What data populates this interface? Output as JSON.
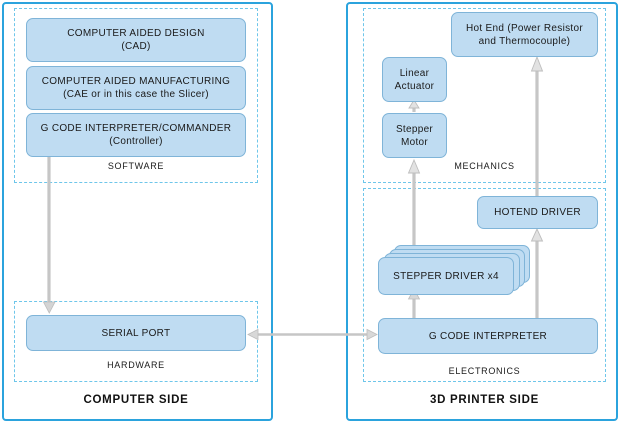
{
  "diagram": {
    "title": "3D printer system block diagram",
    "colors": {
      "node_fill": "#bfdcf2",
      "node_border": "#7fb4d8",
      "panel_border": "#2ba3dd",
      "group_border": "#6ec6ea",
      "connector": "#b3b3b3"
    }
  },
  "computer_side": {
    "side_label": "COMPUTER SIDE",
    "software": {
      "group_label": "SOFTWARE",
      "nodes": [
        {
          "line1": "COMPUTER AIDED DESIGN",
          "line2": "(CAD)"
        },
        {
          "line1": "COMPUTER AIDED MANUFACTURING",
          "line2": "(CAE or in this case the Slicer)"
        },
        {
          "line1": "G CODE INTERPRETER/COMMANDER",
          "line2": "(Controller)"
        }
      ]
    },
    "hardware": {
      "group_label": "HARDWARE",
      "nodes": [
        {
          "line1": "SERIAL PORT"
        }
      ]
    }
  },
  "printer_side": {
    "side_label": "3D PRINTER SIDE",
    "mechanics": {
      "group_label": "MECHANICS",
      "nodes": [
        {
          "line1": "Hot End (Power Resistor",
          "line2": "and Thermocouple)"
        },
        {
          "line1": "Linear",
          "line2": "Actuator"
        },
        {
          "line1": "Stepper",
          "line2": "Motor"
        }
      ]
    },
    "electronics": {
      "group_label": "ELECTRONICS",
      "nodes": [
        {
          "line1": "HOTEND DRIVER"
        },
        {
          "line1": "STEPPER DRIVER x4"
        },
        {
          "line1": "G CODE INTERPRETER"
        }
      ]
    }
  },
  "connectors": [
    {
      "name": "gcode-commander-to-serial-port",
      "from": "G CODE INTERPRETER/COMMANDER",
      "to": "SERIAL PORT",
      "direction": "down"
    },
    {
      "name": "serial-port-to-gcode-interpreter",
      "from": "SERIAL PORT",
      "to": "G CODE INTERPRETER",
      "direction": "bidirectional"
    },
    {
      "name": "gcode-interpreter-to-stepper-driver",
      "from": "G CODE INTERPRETER",
      "to": "STEPPER DRIVER x4",
      "direction": "up"
    },
    {
      "name": "stepper-driver-to-stepper-motor",
      "from": "STEPPER DRIVER x4",
      "to": "Stepper Motor",
      "direction": "up"
    },
    {
      "name": "stepper-motor-to-linear-actuator",
      "from": "Stepper Motor",
      "to": "Linear Actuator",
      "direction": "up"
    },
    {
      "name": "gcode-interpreter-to-hotend-driver",
      "from": "G CODE INTERPRETER",
      "to": "HOTEND DRIVER",
      "direction": "up"
    },
    {
      "name": "hotend-driver-to-hot-end",
      "from": "HOTEND DRIVER",
      "to": "Hot End (Power Resistor and Thermocouple)",
      "direction": "up"
    }
  ]
}
